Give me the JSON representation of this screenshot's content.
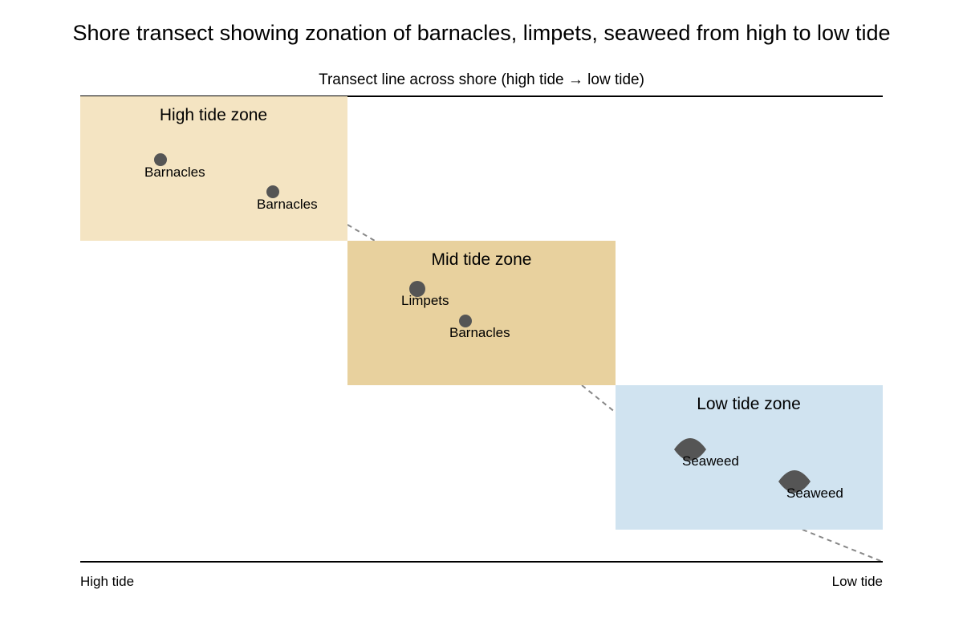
{
  "title": "Shore transect showing zonation of barnacles, limpets, seaweed from high to low tide",
  "subtitle": "Transect line across shore (high tide → low tide)",
  "axis": {
    "start_label": "High tide",
    "end_label": "Low tide"
  },
  "colors": {
    "high_zone": "#f4e4c2",
    "mid_zone": "#e8d19e",
    "low_zone": "#d0e3f0",
    "organism": "#555555",
    "transect_line": "#000000",
    "profile_line": "#888888"
  },
  "zones": [
    {
      "label": "High tide zone",
      "color_key": "high_zone",
      "organisms": [
        {
          "label": "Barnacles",
          "icon": "barnacle-icon"
        },
        {
          "label": "Barnacles",
          "icon": "barnacle-icon"
        }
      ]
    },
    {
      "label": "Mid tide zone",
      "color_key": "mid_zone",
      "organisms": [
        {
          "label": "Limpets",
          "icon": "limpet-icon"
        },
        {
          "label": "Barnacles",
          "icon": "barnacle-icon"
        }
      ]
    },
    {
      "label": "Low tide zone",
      "color_key": "low_zone",
      "organisms": [
        {
          "label": "Seaweed",
          "icon": "seaweed-icon"
        },
        {
          "label": "Seaweed",
          "icon": "seaweed-icon"
        }
      ]
    }
  ]
}
